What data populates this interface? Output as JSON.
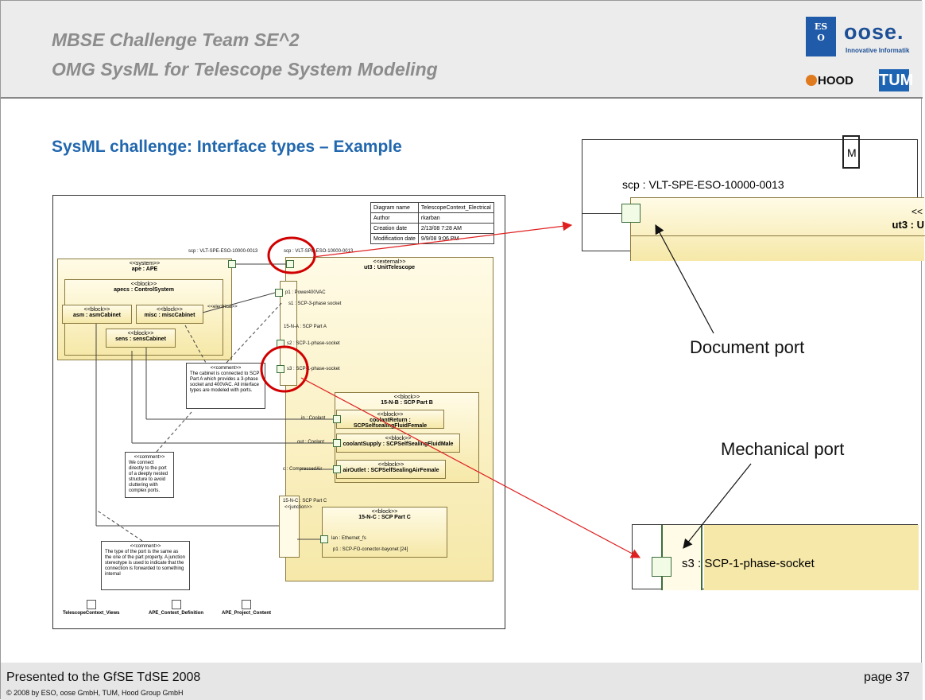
{
  "header": {
    "title_line1": "MBSE Challenge Team SE^2",
    "title_line2": "OMG SysML for Telescope System Modeling",
    "logo_oose": "oose.",
    "logo_oose_sub": "Innovative Informatik",
    "logo_hood": "HOOD",
    "logo_tum": "TUM"
  },
  "slide_title": "SysML challenge: Interface types – Example",
  "diagram": {
    "meta": [
      {
        "k": "Diagram name",
        "v": "TelescopeContext_Electrical"
      },
      {
        "k": "Author",
        "v": "rkarban"
      },
      {
        "k": "Creation date",
        "v": "2/13/08 7:28 AM"
      },
      {
        "k": "Modification date",
        "v": "9/9/08 9:06 PM"
      }
    ],
    "scp_left": "scp : VLT-SPE-ESO-10000-0013",
    "scp_top": "scp : VLT-SPE-ESO-10000-0013",
    "ape_st": "<<system>>",
    "ape_nm": "ape : APE",
    "apecs_st": "<<block>>",
    "apecs_nm": "apecs : ControlSystem",
    "asm_st": "<<block>>",
    "asm_nm": "asm : asmCabinet",
    "misc_st": "<<block>>",
    "misc_nm": "misc : miscCabinet",
    "sens_st": "<<block>>",
    "sens_nm": "sens : sensCabinet",
    "electrical": "<<electrical>>",
    "ut3_st": "<<external>>",
    "ut3_nm": "ut3 : UnitTelescope",
    "p1": "p1 : Power400VAC",
    "s1": "s1 : SCP-3-phase socket",
    "partA": "15-N-A : SCP Part A",
    "s2": "s2 : SCP-1-phase-socket",
    "s3": "s3 : SCP-1-phase-socket",
    "partB_st": "<<block>>",
    "partB_nm": "15-N-B : SCP Part B",
    "cr_st": "<<block>>",
    "cr_nm": "coolantReturn : SCPSelfsealingFluidFemale",
    "cs_st": "<<block>>",
    "cs_nm": "coolantSupply : SCPSelfSealingFluidMale",
    "ao_st": "<<block>>",
    "ao_nm": "airOutlet : SCPSelfSealingAirFemale",
    "in_coolant": "in : Coolant",
    "out_coolant": "out : Coolant",
    "c_air": "c : CompressedAir",
    "partC_port": "15-N-C : SCP Part C",
    "junction": "<<junction>>",
    "partC_st": "<<block>>",
    "partC_nm": "15-N-C : SCP Part C",
    "lan": "lan : Ethernet_fs",
    "p1c": "p1 : SCP-FO-conector-bayonet [24]",
    "note1_st": "<<comment>>",
    "note1": "The cabinet is connected to SCP Part A which provides a 3-phase socket and 400VAC. All interface types are modeled with ports.",
    "note2_st": "<<comment>>",
    "note2": "We connect directly to the port of a deeply nested structure to avoid cluttering with complex ports.",
    "note3_st": "<<comment>>",
    "note3": "The type of the port is the same as the one of the part property. A junction stereotype is used to indicate that the connection is forwarded to something internal",
    "icon1": "TelescopeContext_Views",
    "icon2": "APE_Context_Definition",
    "icon3": "APE_Project_Content"
  },
  "zoom1": {
    "label": "scp : VLT-SPE-ESO-10000-0013",
    "block_frag": "ut3 : U",
    "st_frag": "<<",
    "m_frag": "M"
  },
  "zoom2": {
    "label": "s3 : SCP-1-phase-socket"
  },
  "callouts": {
    "document_port": "Document port",
    "mechanical_port": "Mechanical port"
  },
  "footer": {
    "presented": "Presented to the GfSE TdSE 2008",
    "copyright": "© 2008 by ESO, oose GmbH, TUM, Hood Group GmbH",
    "page": "page 37"
  },
  "colors": {
    "title_blue": "#2167ae",
    "arrow_red": "#e02020",
    "highlight_red": "#d00000",
    "block_yellow": "#f6e8a8"
  }
}
